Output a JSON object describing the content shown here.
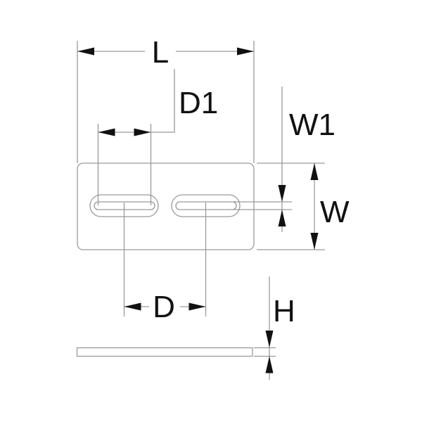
{
  "colors": {
    "background": "#ffffff",
    "line": "#9a9a9a",
    "ink": "#111111"
  },
  "drawing": {
    "views": {
      "top_view": "plate-with-two-slots",
      "side_view": "plate-thickness-profile"
    },
    "dimensions": {
      "length": {
        "label": "L"
      },
      "slot_length": {
        "label": "D1"
      },
      "slot_width": {
        "label": "W1"
      },
      "plate_width": {
        "label": "W"
      },
      "slot_spacing": {
        "label": "D"
      },
      "thickness": {
        "label": "H"
      }
    }
  }
}
